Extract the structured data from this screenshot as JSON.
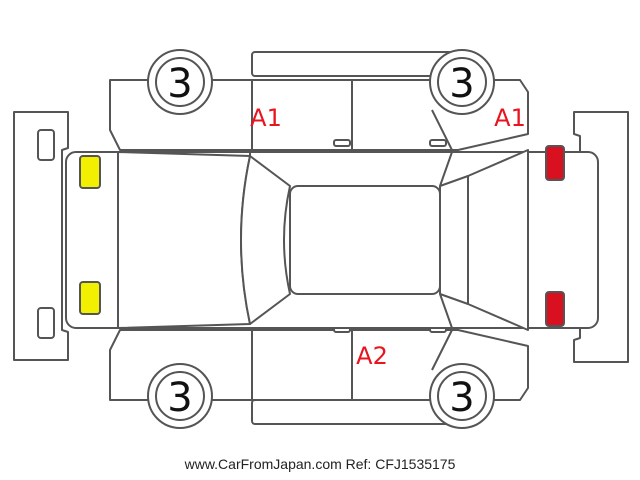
{
  "colors": {
    "line": "#555555",
    "damage_mark": "#e8141e",
    "front_lights": "#f2ef00",
    "rear_lights": "#d81020"
  },
  "wheels": [
    {
      "id": "front-left",
      "label": "3"
    },
    {
      "id": "rear-left",
      "label": "3"
    },
    {
      "id": "front-right",
      "label": "3"
    },
    {
      "id": "rear-right",
      "label": "3"
    }
  ],
  "damage_marks": [
    {
      "id": "front-left-fender",
      "label": "A1"
    },
    {
      "id": "rear-left-fender",
      "label": "A1"
    },
    {
      "id": "right-door",
      "label": "A2"
    }
  ],
  "footer": {
    "text": "www.CarFromJapan.com Ref: CFJ1535175"
  }
}
